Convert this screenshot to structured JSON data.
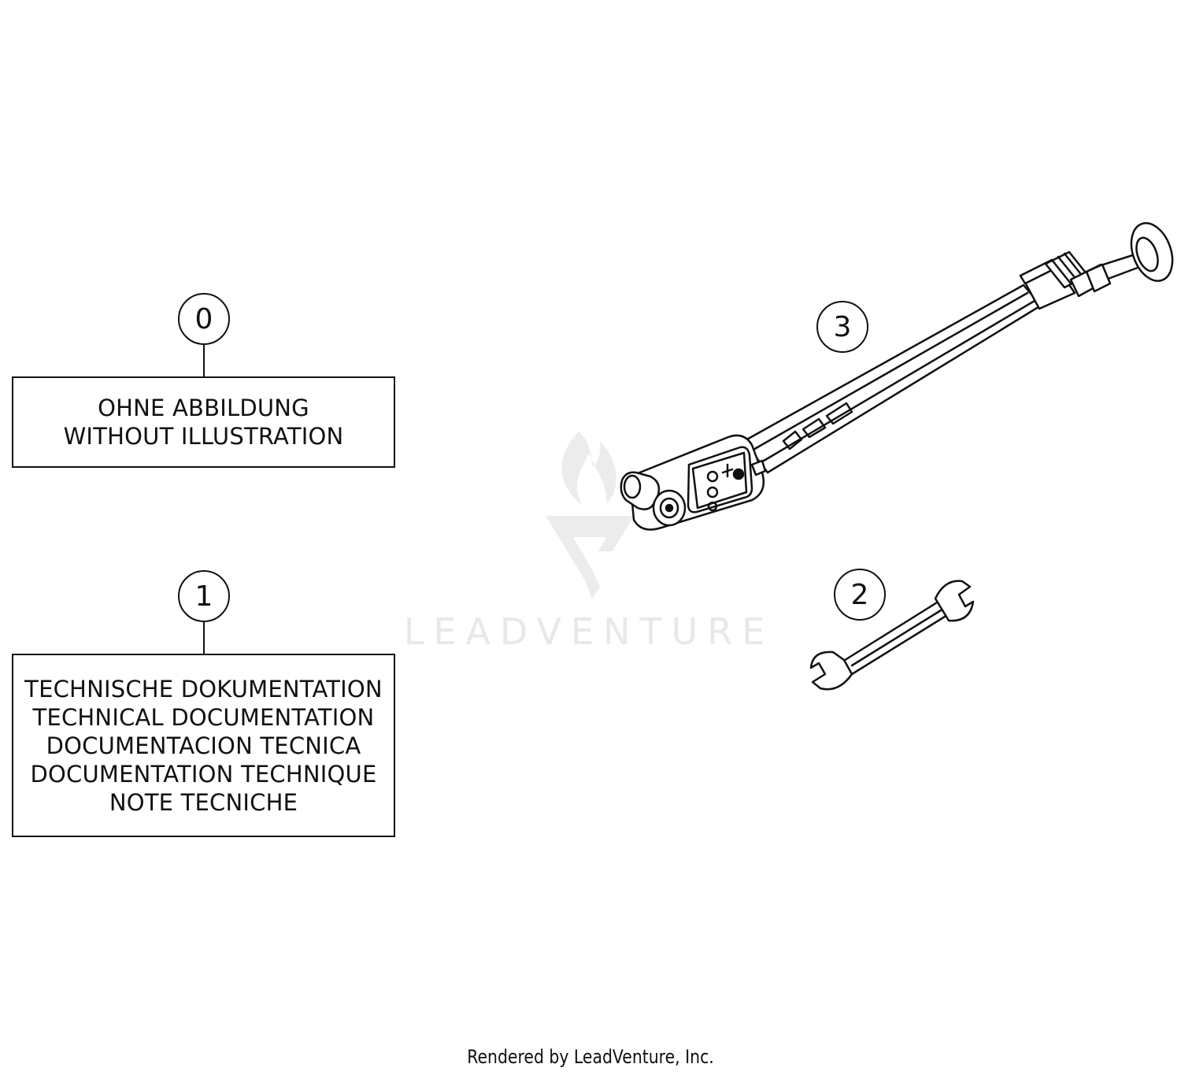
{
  "callouts": {
    "item0": "0",
    "item1": "1",
    "item2": "2",
    "item3": "3"
  },
  "labels": {
    "item0": [
      "OHNE ABBILDUNG",
      "WITHOUT ILLUSTRATION"
    ],
    "item1": [
      "TECHNISCHE DOKUMENTATION",
      "TECHNICAL DOCUMENTATION",
      "DOCUMENTACION TECNICA",
      "DOCUMENTATION TECHNIQUE",
      "NOTE TECNICHE"
    ]
  },
  "watermark": "LEADVENTURE",
  "footer": "Rendered by LeadVenture, Inc.",
  "colors": {
    "line": "#111111",
    "watermark": "#e6e6e6"
  },
  "icons": {
    "pump": "suspension-pump-icon",
    "wrench": "open-end-wrench-icon",
    "watermark_logo": "flame-v-logo-icon"
  }
}
